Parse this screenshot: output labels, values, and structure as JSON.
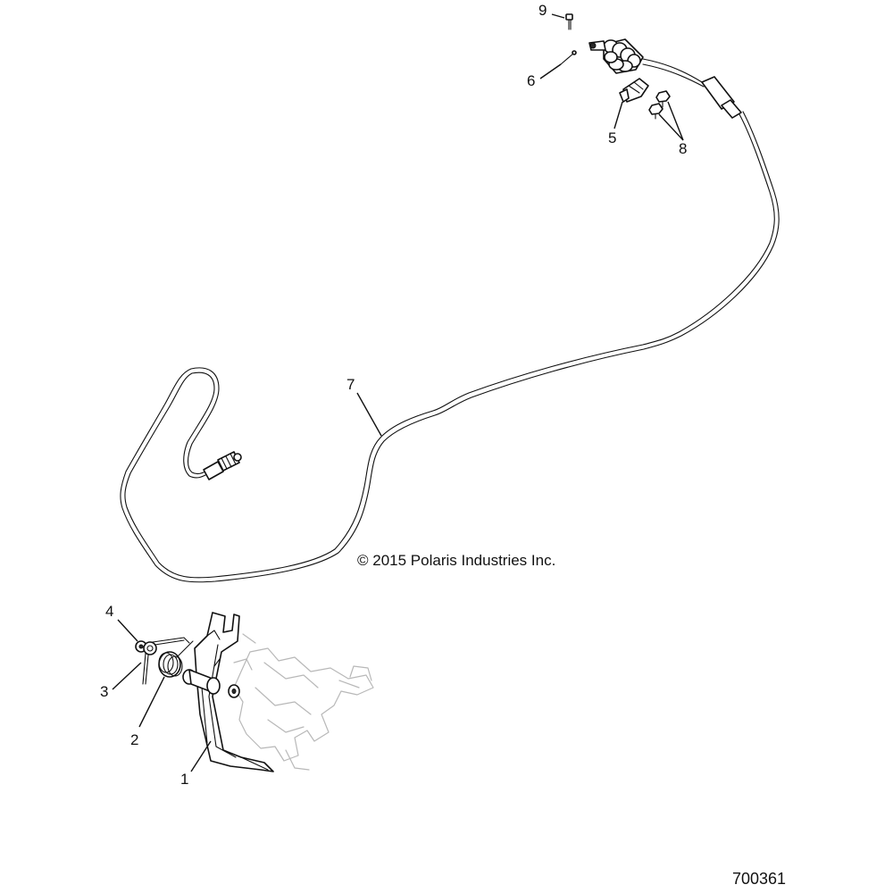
{
  "copyright": "© 2015 Polaris Industries Inc.",
  "figure_id": "700361",
  "callouts": [
    {
      "id": "1",
      "label": "1",
      "part": "pedal"
    },
    {
      "id": "2",
      "label": "2",
      "part": "torsion-spring"
    },
    {
      "id": "3",
      "label": "3",
      "part": "spring-pin"
    },
    {
      "id": "4",
      "label": "4",
      "part": "retaining-clip"
    },
    {
      "id": "5",
      "label": "5",
      "part": "cable-clamp"
    },
    {
      "id": "6",
      "label": "6",
      "part": "cotter-pin"
    },
    {
      "id": "7",
      "label": "7",
      "part": "throttle-cable"
    },
    {
      "id": "8",
      "label": "8",
      "part": "bolts"
    },
    {
      "id": "9",
      "label": "9",
      "part": "clevis-pin"
    }
  ]
}
